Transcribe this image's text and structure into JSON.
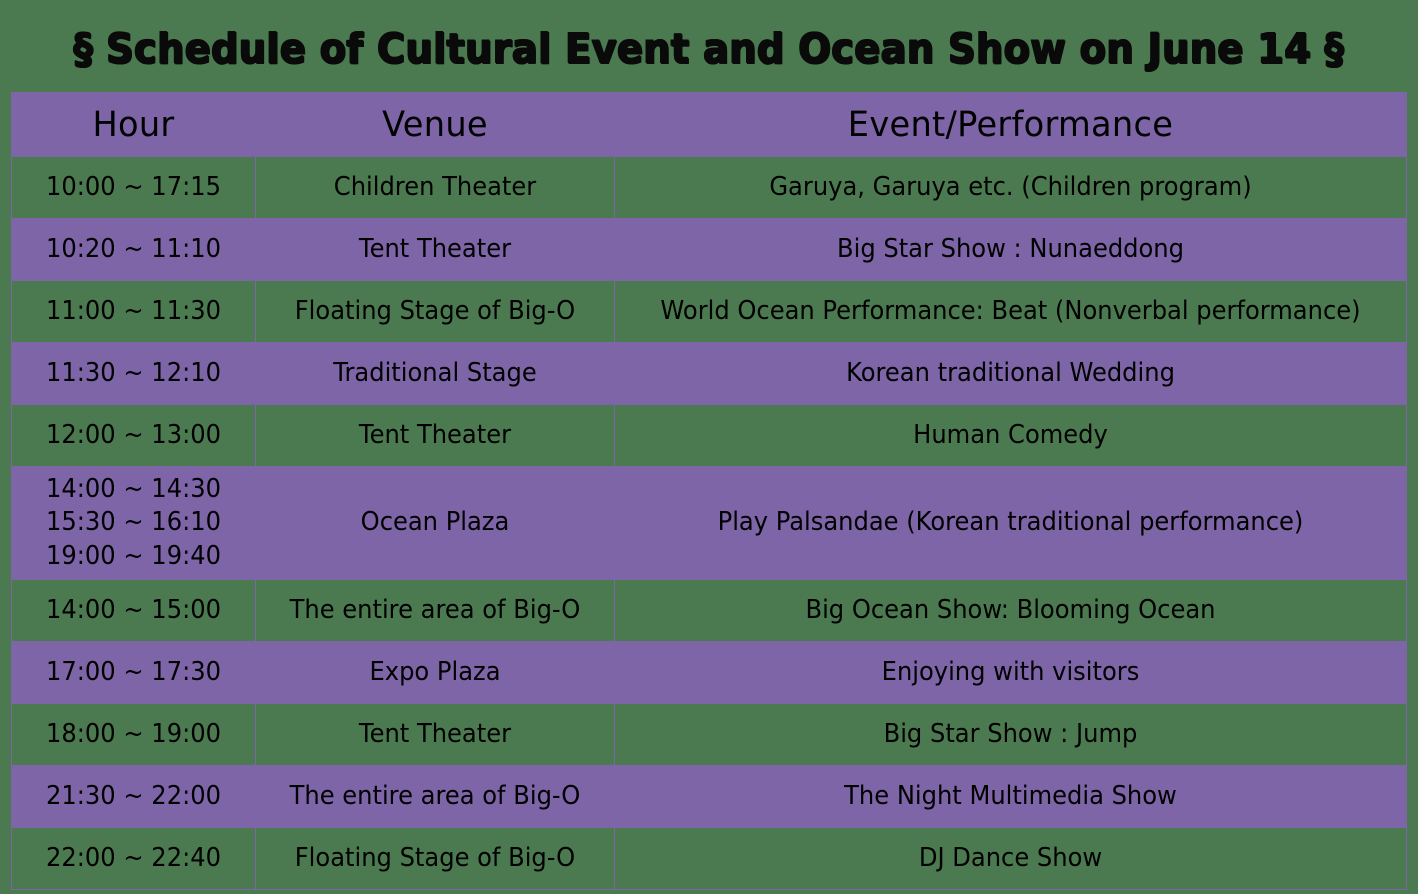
{
  "page": {
    "background_color": "#4c7a50",
    "accent_color": "#7e65a8",
    "text_color": "#000000"
  },
  "title": {
    "symbol_left": "§",
    "text": "Schedule of Cultural Event and Ocean Show on June 14",
    "symbol_right": "§"
  },
  "table": {
    "headers": {
      "hour": "Hour",
      "venue": "Venue",
      "event": "Event/Performance"
    },
    "rows": [
      {
        "hour": "10:00 ~ 17:15",
        "venue": "Children Theater",
        "event": "Garuya, Garuya etc. (Children program)",
        "shade": "green"
      },
      {
        "hour": "10:20 ~ 11:10",
        "venue": "Tent Theater",
        "event": "Big Star Show : Nunaeddong",
        "shade": "purple"
      },
      {
        "hour": "11:00 ~ 11:30",
        "venue": "Floating Stage of Big-O",
        "event": "World Ocean Performance: Beat (Nonverbal performance)",
        "shade": "green"
      },
      {
        "hour": "11:30 ~ 12:10",
        "venue": "Traditional Stage",
        "event": "Korean traditional Wedding",
        "shade": "purple"
      },
      {
        "hour": "12:00 ~ 13:00",
        "venue": "Tent Theater",
        "event": "Human Comedy",
        "shade": "green"
      },
      {
        "hour_lines": [
          "14:00 ~ 14:30",
          "15:30 ~ 16:10",
          "19:00 ~ 19:40"
        ],
        "venue": "Ocean Plaza",
        "event": "Play Palsandae (Korean traditional performance)",
        "shade": "purple",
        "tall": true
      },
      {
        "hour": "14:00 ~ 15:00",
        "venue": "The entire area of Big-O",
        "event": "Big Ocean Show: Blooming Ocean",
        "shade": "green"
      },
      {
        "hour": "17:00 ~ 17:30",
        "venue": "Expo Plaza",
        "event": "Enjoying with visitors",
        "shade": "purple"
      },
      {
        "hour": "18:00 ~ 19:00",
        "venue": "Tent Theater",
        "event": "Big Star Show : Jump",
        "shade": "green"
      },
      {
        "hour": "21:30 ~ 22:00",
        "venue": "The entire area of Big-O",
        "event": "The Night Multimedia Show",
        "shade": "purple"
      },
      {
        "hour": "22:00 ~ 22:40",
        "venue": "Floating Stage of Big-O",
        "event": "DJ Dance Show",
        "shade": "green"
      }
    ]
  }
}
